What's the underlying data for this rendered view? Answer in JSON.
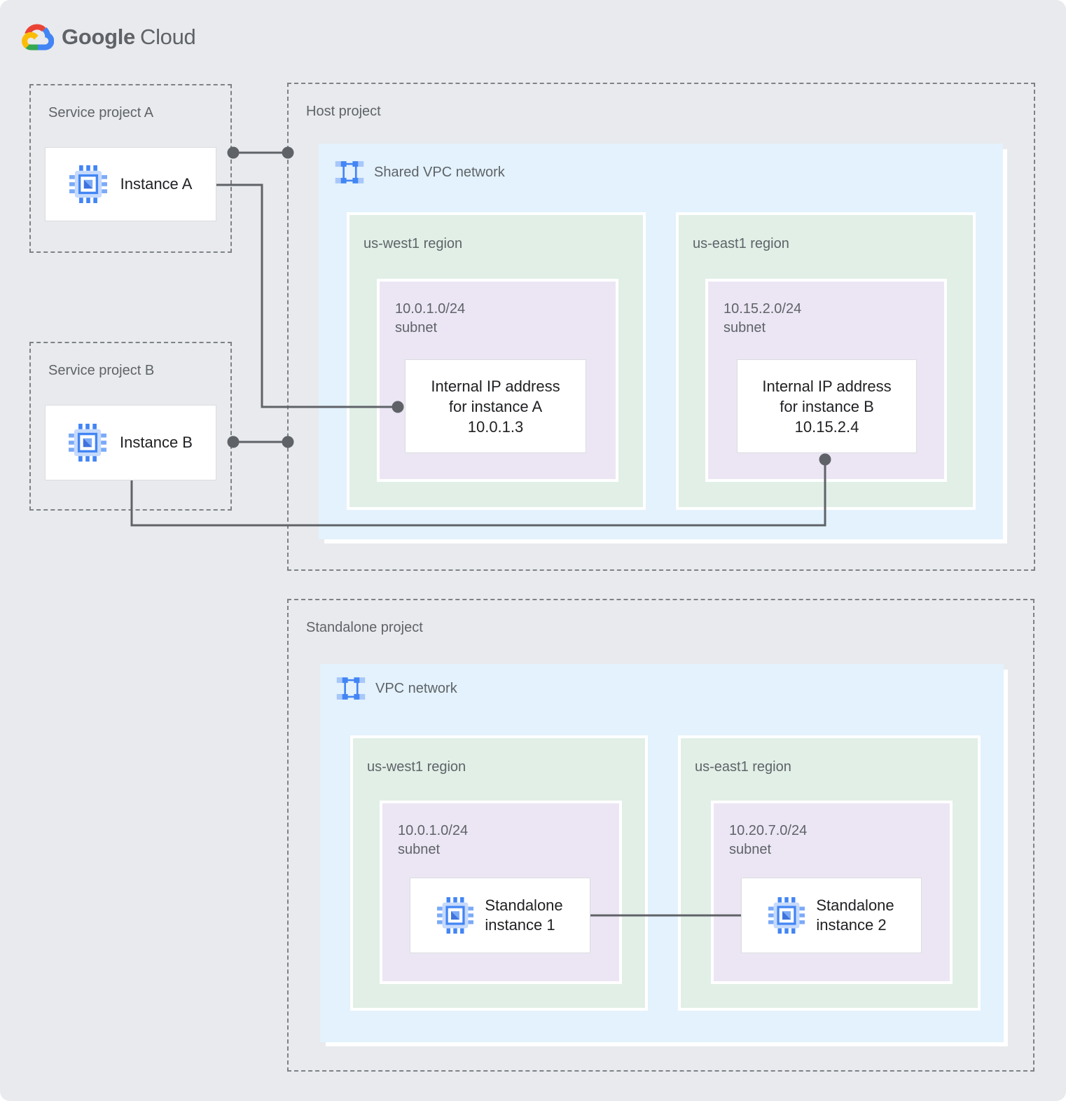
{
  "logo": {
    "google": "Google",
    "cloud": "Cloud"
  },
  "projects": {
    "service_a": {
      "title": "Service project A",
      "instance_label": "Instance A"
    },
    "service_b": {
      "title": "Service project B",
      "instance_label": "Instance B"
    },
    "host": {
      "title": "Host project",
      "network_label": "Shared VPC network",
      "regions": [
        {
          "name": "us-west1 region",
          "subnet_cidr": "10.0.1.0/24",
          "subnet_word": "subnet",
          "card": [
            "Internal IP address",
            "for instance A",
            "10.0.1.3"
          ]
        },
        {
          "name": "us-east1 region",
          "subnet_cidr": "10.15.2.0/24",
          "subnet_word": "subnet",
          "card": [
            "Internal IP address",
            "for instance B",
            "10.15.2.4"
          ]
        }
      ]
    },
    "standalone": {
      "title": "Standalone project",
      "network_label": "VPC network",
      "regions": [
        {
          "name": "us-west1 region",
          "subnet_cidr": "10.0.1.0/24",
          "subnet_word": "subnet",
          "instance_lines": [
            "Standalone",
            "instance 1"
          ]
        },
        {
          "name": "us-east1 region",
          "subnet_cidr": "10.20.7.0/24",
          "subnet_word": "subnet",
          "instance_lines": [
            "Standalone",
            "instance 2"
          ]
        }
      ]
    }
  },
  "colors": {
    "canvas_bg": "#E8EAED",
    "network_bg": "#E3F2FC",
    "region_bg": "#E1EFE7",
    "subnet_bg": "#ECE6F4",
    "dashed_border": "#7E8287",
    "connector": "#5F6368",
    "card_border": "#DADCE0",
    "text_primary": "#202124",
    "text_secondary": "#5F6368",
    "blue": "#4285F4",
    "blue_light": "#A8C7FA",
    "chip_body": "#C6DAFC",
    "chip_pin_light": "#7BAAF7",
    "chip_glyph_dark": "#3E73DE",
    "logo_red": "#EA4335",
    "logo_blue": "#4285F4",
    "logo_yellow": "#FBBC05",
    "logo_green": "#34A853"
  }
}
